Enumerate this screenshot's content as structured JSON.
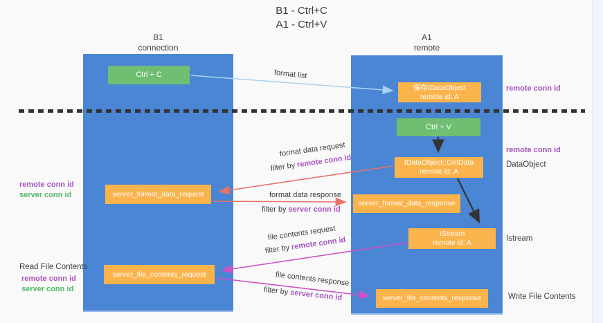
{
  "title": {
    "line1": "B1 - Ctrl+C",
    "line2": "A1 - Ctrl+V"
  },
  "lifelines": {
    "b1": {
      "name": "B1",
      "role": "connection"
    },
    "a1": {
      "name": "A1",
      "role": "remote"
    }
  },
  "boxes": {
    "ctrl_c": {
      "label": "Ctrl + C"
    },
    "ctrl_v": {
      "label": "Ctrl + V"
    },
    "save_dataobject": {
      "line1": "保存IDataObject",
      "line2": "remote id: A"
    },
    "getdata": {
      "line1": "IDataObject::GetData",
      "line2": "remote id: A"
    },
    "istream": {
      "line1": "IStream",
      "line2": "remote id: A"
    },
    "format_request": {
      "label": "server_format_data_request"
    },
    "format_response": {
      "label": "server_format_data_response"
    },
    "file_request": {
      "label": "server_file_contents_request"
    },
    "file_response": {
      "label": "server_file_contents_response"
    }
  },
  "arrows": {
    "format_list": {
      "label": "format list"
    },
    "format_data_request": {
      "label": "format data request",
      "filter_prefix": "filter by ",
      "filter_key": "remote conn id"
    },
    "format_data_response": {
      "label": "format data response",
      "filter_prefix": "filter by ",
      "filter_key": "server conn id"
    },
    "file_contents_request": {
      "label": "file contents request",
      "filter_prefix": "filter by ",
      "filter_key": "remote conn id"
    },
    "file_contents_response": {
      "label": "file contents response",
      "filter_prefix": "filter by ",
      "filter_key": "server conn id"
    }
  },
  "annotations": {
    "right_remote_conn_top": "remote conn id",
    "right_remote_conn_mid": "remote conn id",
    "dataobject": "DataObject",
    "istream": "Istream",
    "write_file_contents": "Write File Contents",
    "left_remote_conn_top": "remote conn id",
    "left_server_conn_top": "server conn id",
    "read_file_contents": "Read File Contents",
    "left_remote_conn_bottom": "remote conn id",
    "left_server_conn_bottom": "server conn id"
  },
  "colors": {
    "lifeline_blue": "#4a86d4",
    "box_orange": "#fbb34c",
    "box_green": "#6fbe72",
    "arrow_blue": "#a8d3f2",
    "arrow_red": "#e8736b",
    "arrow_magenta": "#cf53c4",
    "arrow_black": "#333333",
    "conn_id_purple": "#a653c1",
    "conn_id_green": "#53b966"
  }
}
